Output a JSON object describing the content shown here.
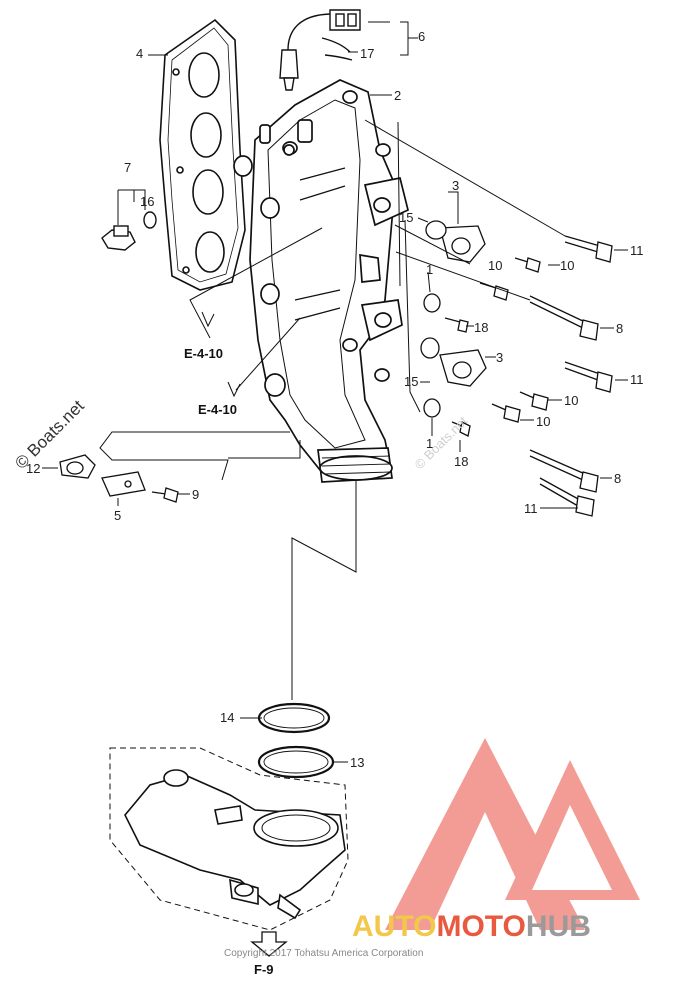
{
  "labels": {
    "p1a": "1",
    "p1b": "1",
    "p2": "2",
    "p3a": "3",
    "p3b": "3",
    "p4": "4",
    "p5": "5",
    "p6": "6",
    "p7": "7",
    "p8a": "8",
    "p8b": "8",
    "p9": "9",
    "p10a": "10",
    "p10b": "10",
    "p10c": "10",
    "p10d": "10",
    "p11a": "11",
    "p11b": "11",
    "p11c": "11",
    "p12": "12",
    "p13": "13",
    "p14": "14",
    "p15a": "15",
    "p15b": "15",
    "p16": "16",
    "p17": "17",
    "p18a": "18",
    "p18b": "18"
  },
  "refs": {
    "e1": "E-4-10",
    "e2": "E-4-10",
    "f9": "F-9"
  },
  "copyright": "Copyright 2017 Tohatsu America Corporation",
  "watermark": {
    "side": "© Boats.net",
    "small": "© Boats.net"
  },
  "brand": {
    "auto": "AUTO",
    "moto": "MOTO",
    "hub": "HUB",
    "colors": {
      "auto": "#f2c84b",
      "moto": "#e8593f",
      "hub": "#9a9a9a",
      "logo": "#f07b72"
    }
  }
}
